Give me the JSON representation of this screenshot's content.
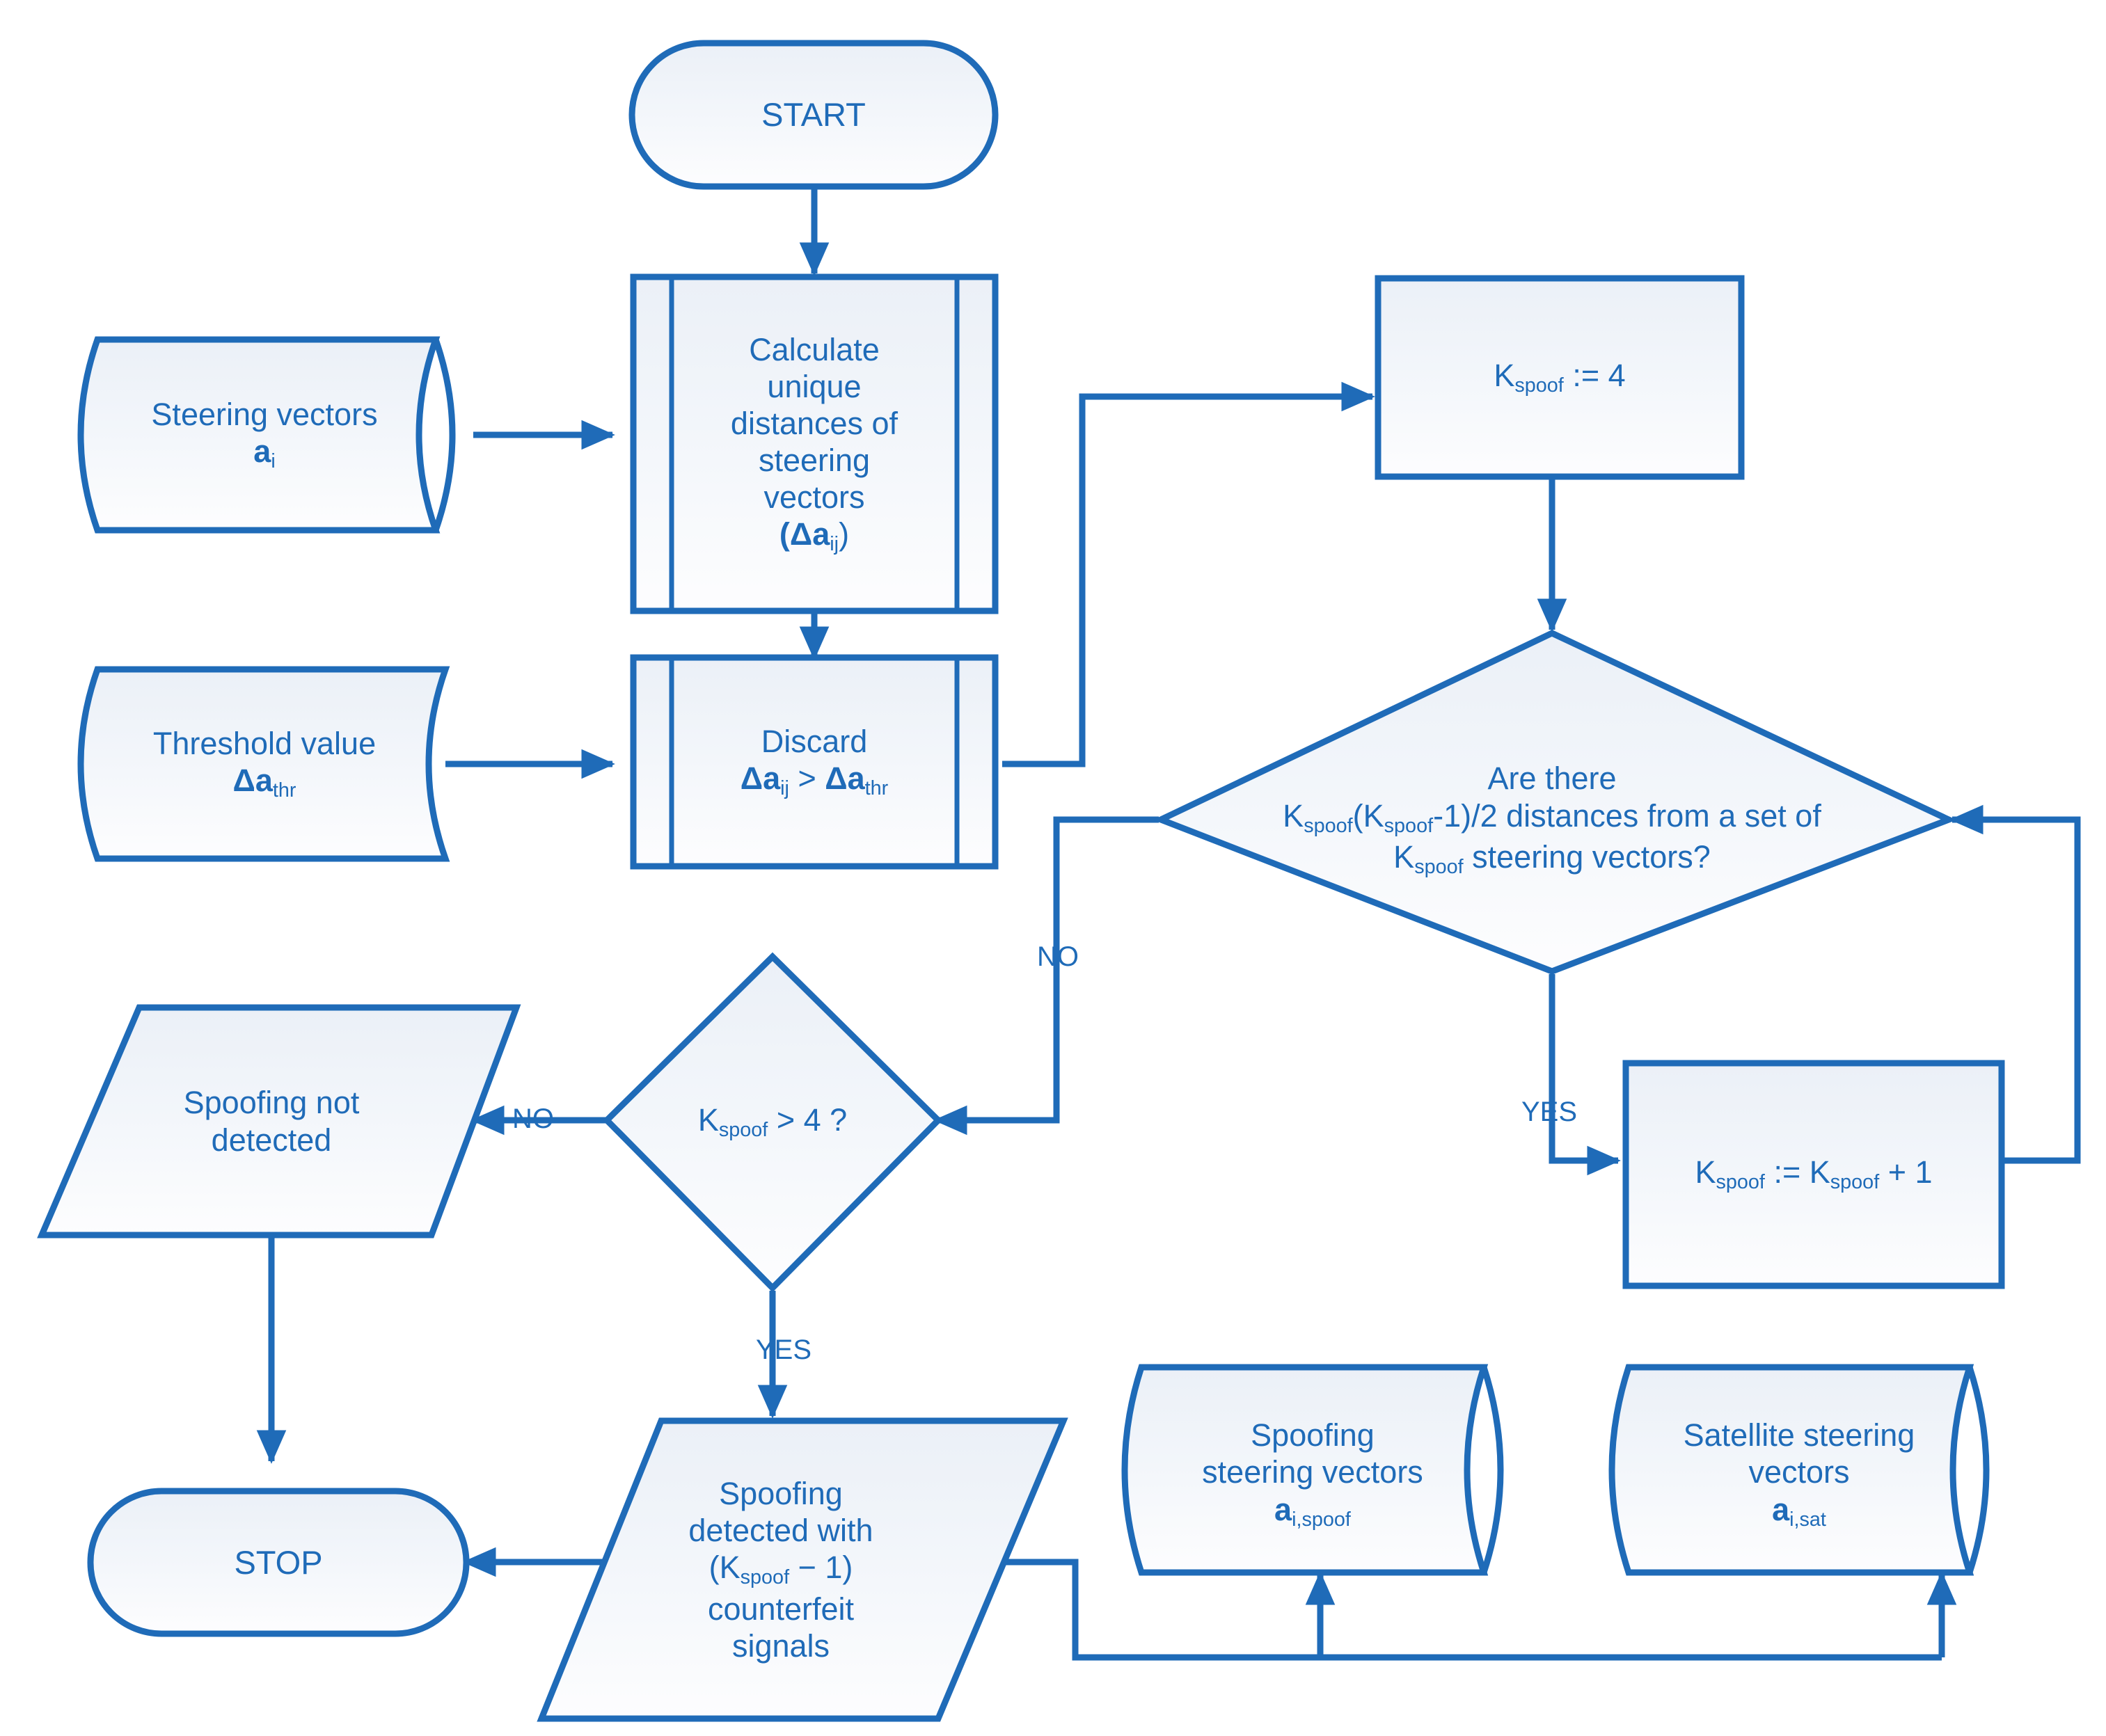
{
  "diagram": {
    "title": "Spoofing detection algorithm flowchart",
    "colors": {
      "stroke": "#1F6BB8",
      "fill_top": "#EDF1F8",
      "fill_bottom": "#FBFCFE",
      "text": "#1F6BB8",
      "background": "#FFFFFF"
    }
  },
  "nodes": {
    "start": {
      "label": "START",
      "shape": "terminator"
    },
    "calculate_distances": {
      "label": "Calculate\nunique\ndistances of\nsteering\nvectors\n(Δaᵢⱼ)",
      "lines": [
        "Calculate",
        "unique",
        "distances of",
        "steering",
        "vectors"
      ],
      "formula_base": "(Δa",
      "formula_sub": "ij",
      "formula_tail": ")",
      "shape": "predefined-process"
    },
    "steering_vectors_store": {
      "line1": "Steering vectors",
      "symbol_base": "a",
      "symbol_sub": "i",
      "shape": "direct-data"
    },
    "threshold_store": {
      "line1": "Threshold value",
      "symbol_base": "Δa",
      "symbol_sub": "thr",
      "shape": "stored-data"
    },
    "discard": {
      "line1": "Discard",
      "formula_a_base": "Δa",
      "formula_a_sub": "ij",
      "formula_op": " > ",
      "formula_b_base": "Δa",
      "formula_b_sub": "thr",
      "shape": "predefined-process"
    },
    "init_kspoof": {
      "base": "K",
      "sub": "spoof",
      "tail": " := 4",
      "shape": "process"
    },
    "decision_distances": {
      "line1": "Are there",
      "line2_a": "K",
      "line2_a_sub": "spoof",
      "line2_b": "(K",
      "line2_b_sub": "spoof",
      "line2_c": "-1)/2 distances from a set of",
      "line3_a": "K",
      "line3_a_sub": "spoof",
      "line3_b": " steering vectors?",
      "shape": "decision"
    },
    "increment_kspoof": {
      "base": "K",
      "sub": "spoof",
      "mid": " := K",
      "sub2": "spoof",
      "tail": " + 1",
      "shape": "process"
    },
    "decision_kspoof_gt4": {
      "base": "K",
      "sub": "spoof",
      "tail": " > 4 ?",
      "shape": "decision"
    },
    "spoofing_not_detected": {
      "line1": "Spoofing not",
      "line2": "detected",
      "shape": "data-parallelogram"
    },
    "spoofing_detected": {
      "line1": "Spoofing",
      "line2": "detected with",
      "line3_a": "(K",
      "line3_a_sub": "spoof",
      "line3_b": " − 1)",
      "line4": "counterfeit",
      "line5": "signals",
      "shape": "data-parallelogram"
    },
    "spoofing_vectors_store": {
      "line1": "Spoofing",
      "line2": "steering vectors",
      "symbol_base": "a",
      "symbol_sub": "i,spoof",
      "shape": "direct-data"
    },
    "satellite_vectors_store": {
      "line1": "Satellite steering",
      "line2": "vectors",
      "symbol_base": "a",
      "symbol_sub": "i,sat",
      "shape": "direct-data"
    },
    "stop": {
      "label": "STOP",
      "shape": "terminator"
    }
  },
  "edge_labels": {
    "decision_distances_no": "NO",
    "decision_distances_yes": "YES",
    "kspoof_gt4_no": "NO",
    "kspoof_gt4_yes": "YES"
  }
}
